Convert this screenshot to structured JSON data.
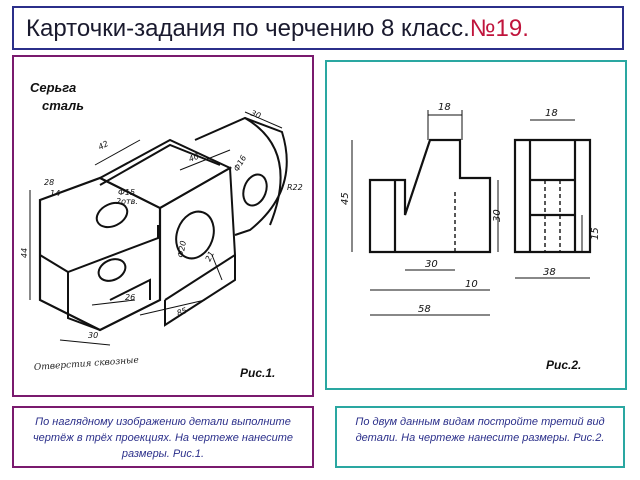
{
  "title": {
    "main": "Карточки-задания по черчению 8 класс.",
    "number": "№19."
  },
  "figure1": {
    "part_name": "Серьга",
    "material": "сталь",
    "note": "Отверстия сквозные",
    "label": "Рис.1.",
    "dims": {
      "d30": "30",
      "d42": "42",
      "d40": "40",
      "d16a": "Ф16",
      "r22": "R22",
      "d28": "28",
      "d14": "14",
      "d15": "Ф15",
      "d15sub": "2отв.",
      "d44": "44",
      "d20": "Ф20",
      "d21": "21",
      "d26": "26",
      "d85": "85",
      "d30b": "30"
    }
  },
  "figure2": {
    "label": "Рис.2.",
    "dims": {
      "top18a": "18",
      "top18b": "18",
      "h45": "45",
      "h30": "30",
      "h15": "15",
      "w30": "30",
      "w10": "10",
      "w58": "58",
      "w38": "38"
    }
  },
  "tasks": {
    "left": "По наглядному изображению детали выполните чертёж в трёх проекциях. На чертеже нанесите размеры. Рис.1.",
    "right": "По двум данным видам постройте третий вид детали. На чертеже нанесите размеры. Рис.2."
  },
  "colors": {
    "title_border": "#2b2f8a",
    "title_number": "#c0143c",
    "left_frame": "#7a1a6e",
    "right_frame": "#2aa7a1",
    "task_text": "#2b2f8a"
  }
}
